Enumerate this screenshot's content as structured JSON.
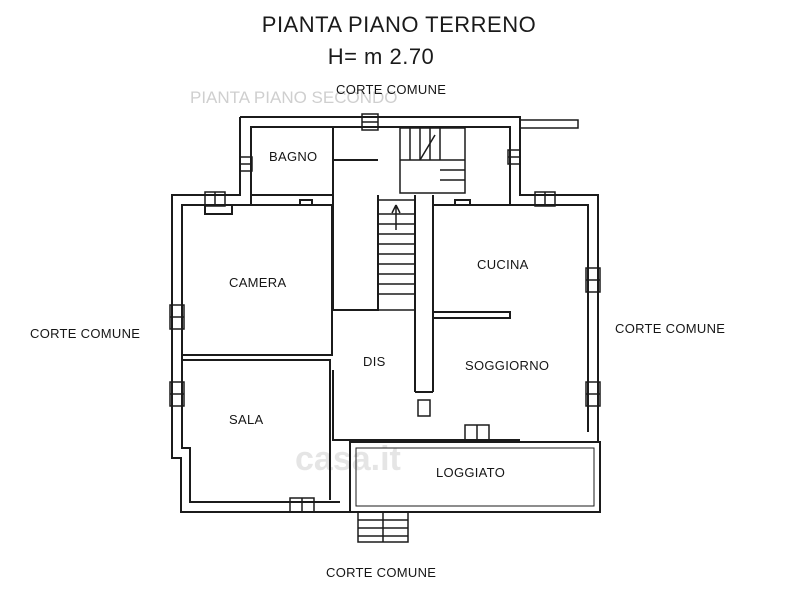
{
  "plan": {
    "title": "PIANTA PIANO TERRENO",
    "height_note": "H= m 2.70",
    "watermark": "casa.it",
    "bleed_through": "PIANTA PIANO SECONDO"
  },
  "surroundings": {
    "top": "CORTE COMUNE",
    "left": "CORTE COMUNE",
    "right": "CORTE COMUNE",
    "bottom": "CORTE COMUNE"
  },
  "rooms": {
    "bagno": "BAGNO",
    "camera": "CAMERA",
    "sala": "SALA",
    "dis": "DIS",
    "cucina": "CUCINA",
    "soggiorno": "SOGGIORNO",
    "loggiato": "LOGGIATO"
  }
}
